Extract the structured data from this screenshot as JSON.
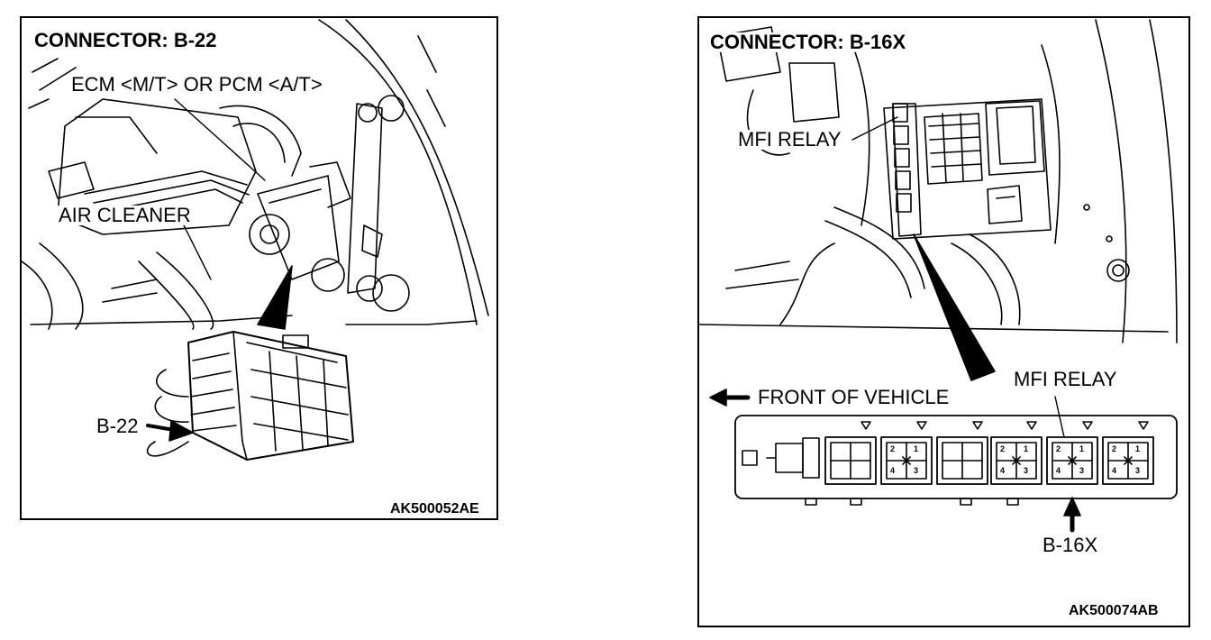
{
  "left_panel": {
    "title": "CONNECTOR: B-22",
    "callouts": {
      "ecm_pcm": "ECM <M/T> OR PCM <A/T>",
      "air_cleaner": "AIR CLEANER",
      "connector": "B-22"
    },
    "figure_code": "AK500052AE"
  },
  "right_panel": {
    "title": "CONNECTOR: B-16X",
    "callouts": {
      "relay_top": "MFI RELAY",
      "relay_bottom": "MFI RELAY",
      "front_of_vehicle": "FRONT OF VEHICLE",
      "connector": "B-16X"
    },
    "relay_pins": [
      "2",
      "1",
      "4",
      "3"
    ],
    "figure_code": "AK500074AB"
  },
  "colors": {
    "line": "#000000",
    "background": "#ffffff"
  }
}
